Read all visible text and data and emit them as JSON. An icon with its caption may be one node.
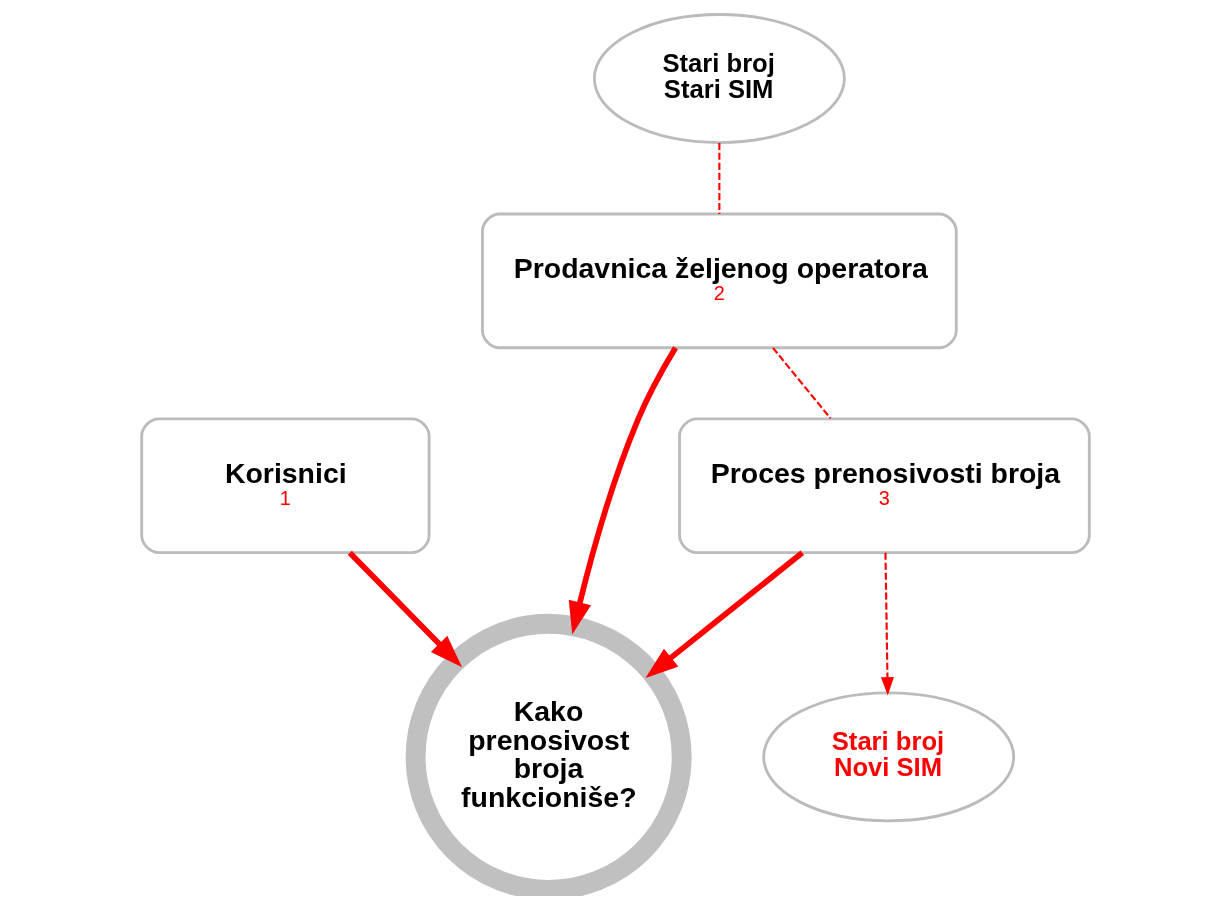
{
  "diagram": {
    "nodes": [
      {
        "text": [
          "Stari broj Novi SIM"
        ]
      },
      {
        "text": [
          "Korisnici",
          "1"
        ]
      },
      {
        "text": [
          "Stari broj Stari SIM"
        ]
      },
      {
        "text": [
          "Kako prenosivost broja funkcioniše?"
        ]
      },
      {
        "text": [
          "Proces prenosivosti broja",
          "3"
        ]
      },
      {
        "text": [
          "Prodavnica željenog operatora",
          "2"
        ]
      }
    ],
    "edges": [
      {
        "from": 1,
        "to": 3,
        "arrow": "to",
        "style": "thick"
      },
      {
        "from": 5,
        "to": 3,
        "arrow": "to",
        "style": "thick"
      },
      {
        "from": 4,
        "to": 3,
        "arrow": "to",
        "style": "thick"
      },
      {
        "from": 2,
        "to": 5,
        "arrow": "none",
        "style": "dashed"
      },
      {
        "from": 5,
        "to": 4,
        "arrow": "none",
        "style": "dashed"
      },
      {
        "from": 4,
        "to": 0,
        "arrow": "to",
        "style": "dashed"
      }
    ]
  }
}
